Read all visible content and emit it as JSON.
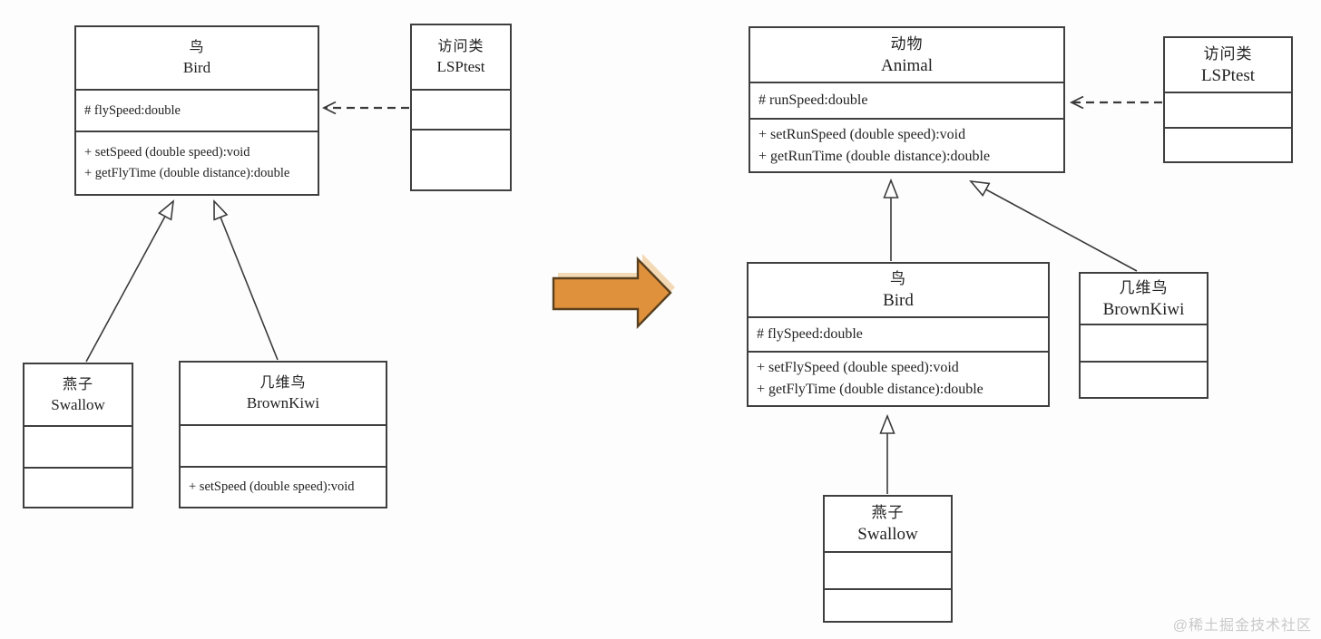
{
  "watermark": "@稀土掘金技术社区",
  "colors": {
    "transform_arrow_fill": "#e0913c",
    "transform_arrow_stroke": "#59401e",
    "transform_arrow_shadow": "#f4d9b5",
    "diagram_line": "#3a3a3a"
  },
  "before": {
    "bird": {
      "name_cn": "鸟",
      "name_en": "Bird",
      "attribute": "# flySpeed:double",
      "methods": [
        "+ setSpeed (double speed):void",
        "+ getFlyTime (double distance):double"
      ]
    },
    "lsptest": {
      "name_cn": "访问类",
      "name_en": "LSPtest"
    },
    "swallow": {
      "name_cn": "燕子",
      "name_en": "Swallow"
    },
    "brownkiwi": {
      "name_cn": "几维鸟",
      "name_en": "BrownKiwi",
      "methods": [
        "+ setSpeed (double speed):void"
      ]
    }
  },
  "after": {
    "animal": {
      "name_cn": "动物",
      "name_en": "Animal",
      "attribute": "# runSpeed:double",
      "methods": [
        "+ setRunSpeed (double speed):void",
        "+ getRunTime (double distance):double"
      ]
    },
    "lsptest": {
      "name_cn": "访问类",
      "name_en": "LSPtest"
    },
    "bird": {
      "name_cn": "鸟",
      "name_en": "Bird",
      "attribute": "# flySpeed:double",
      "methods": [
        "+ setFlySpeed (double speed):void",
        "+ getFlyTime (double distance):double"
      ]
    },
    "brownkiwi": {
      "name_cn": "几维鸟",
      "name_en": "BrownKiwi"
    },
    "swallow": {
      "name_cn": "燕子",
      "name_en": "Swallow"
    }
  }
}
